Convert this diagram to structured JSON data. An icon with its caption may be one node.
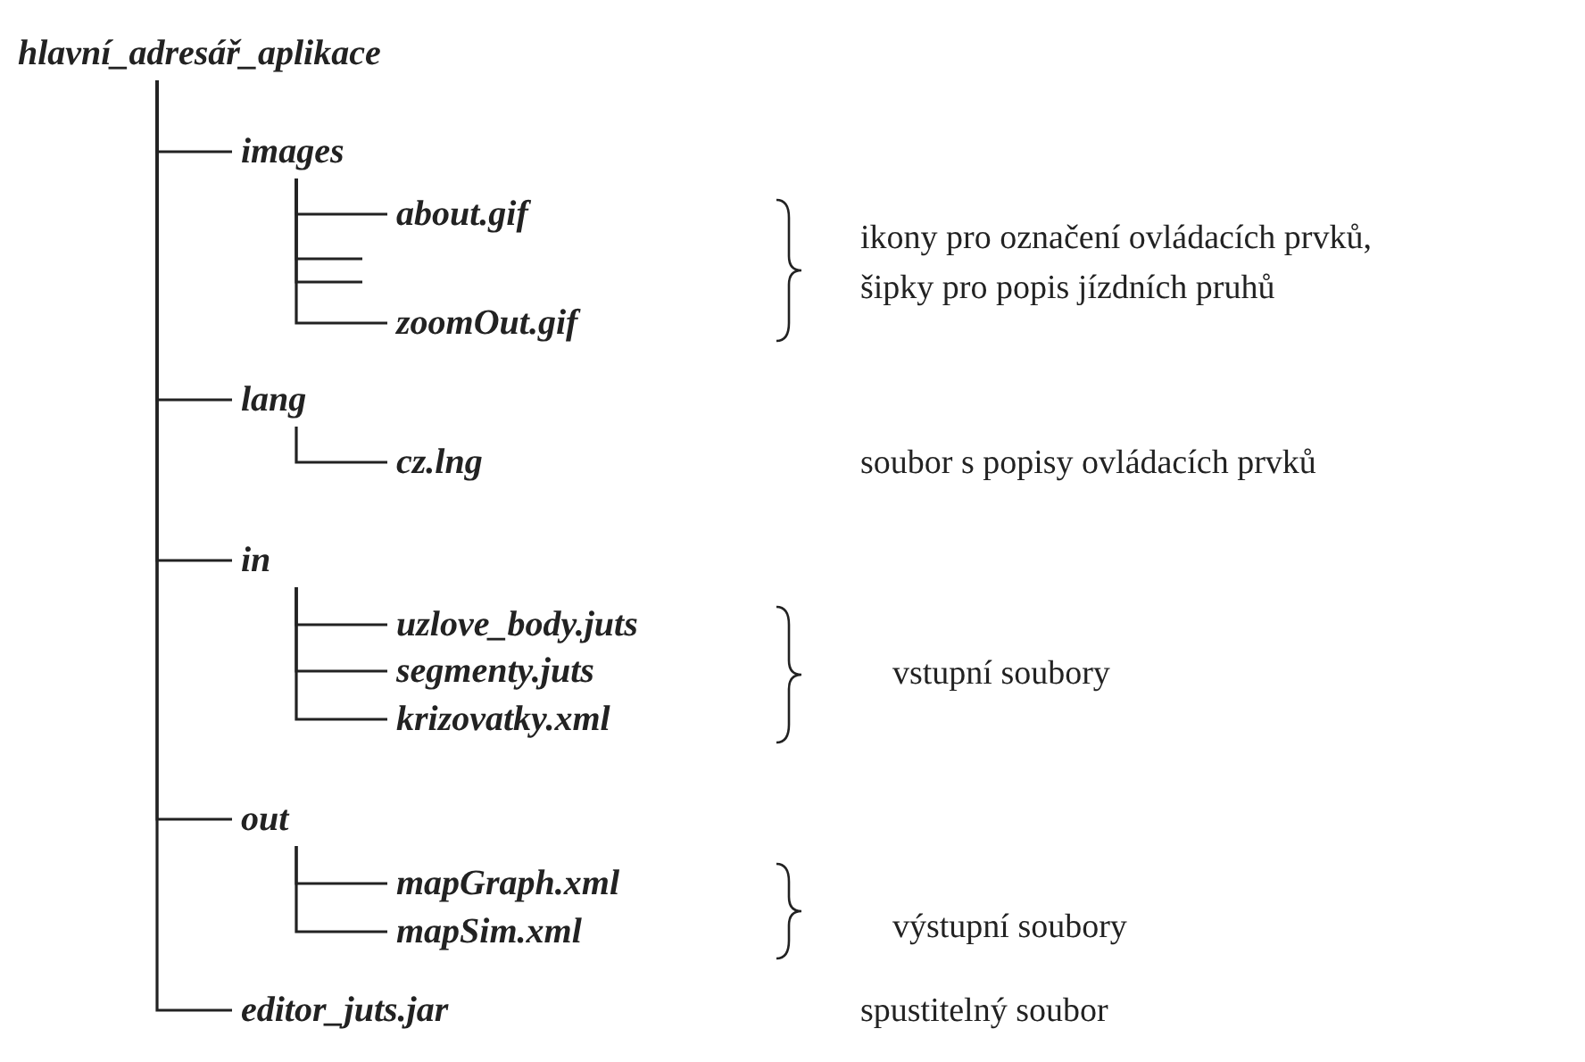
{
  "diagram": {
    "nodes": [
      {
        "text": [
          "hlavní_adresář_aplikace"
        ]
      },
      {
        "text": [
          "images"
        ]
      },
      {
        "text": [
          "about.gif"
        ]
      },
      {
        "text": [
          "zoomOut.gif"
        ]
      },
      {
        "text": [
          "lang"
        ]
      },
      {
        "text": [
          "cz.lng"
        ]
      },
      {
        "text": [
          "in"
        ]
      },
      {
        "text": [
          "uzlove_body.juts"
        ]
      },
      {
        "text": [
          "segmenty.juts"
        ]
      },
      {
        "text": [
          "krizovatky.xml"
        ]
      },
      {
        "text": [
          "out"
        ]
      },
      {
        "text": [
          "mapGraph.xml"
        ]
      },
      {
        "text": [
          "mapSim.xml"
        ]
      },
      {
        "text": [
          "editor_juts.jar"
        ]
      }
    ],
    "edges": [
      {
        "from": 0,
        "to": 1,
        "arrow": "none"
      },
      {
        "from": 1,
        "to": 2,
        "arrow": "none"
      },
      {
        "from": 1,
        "to": null,
        "arrow": "none"
      },
      {
        "from": 1,
        "to": null,
        "arrow": "none"
      },
      {
        "from": 1,
        "to": 3,
        "arrow": "none"
      },
      {
        "from": 0,
        "to": 4,
        "arrow": "none"
      },
      {
        "from": 4,
        "to": 5,
        "arrow": "none"
      },
      {
        "from": 0,
        "to": 6,
        "arrow": "none"
      },
      {
        "from": 6,
        "to": 7,
        "arrow": "none"
      },
      {
        "from": 6,
        "to": 8,
        "arrow": "none"
      },
      {
        "from": 6,
        "to": 9,
        "arrow": "none"
      },
      {
        "from": 0,
        "to": 10,
        "arrow": "none"
      },
      {
        "from": 10,
        "to": 11,
        "arrow": "none"
      },
      {
        "from": 10,
        "to": 12,
        "arrow": "none"
      },
      {
        "from": 0,
        "to": 13,
        "arrow": "none"
      }
    ],
    "labels": [
      "ikony pro označení ovládacích prvků, šipky pro popis jízdních pruhů",
      "soubor s popisy ovládacích prvků",
      "vstupní soubory",
      "výstupní soubory",
      "spustitelný soubor"
    ]
  }
}
